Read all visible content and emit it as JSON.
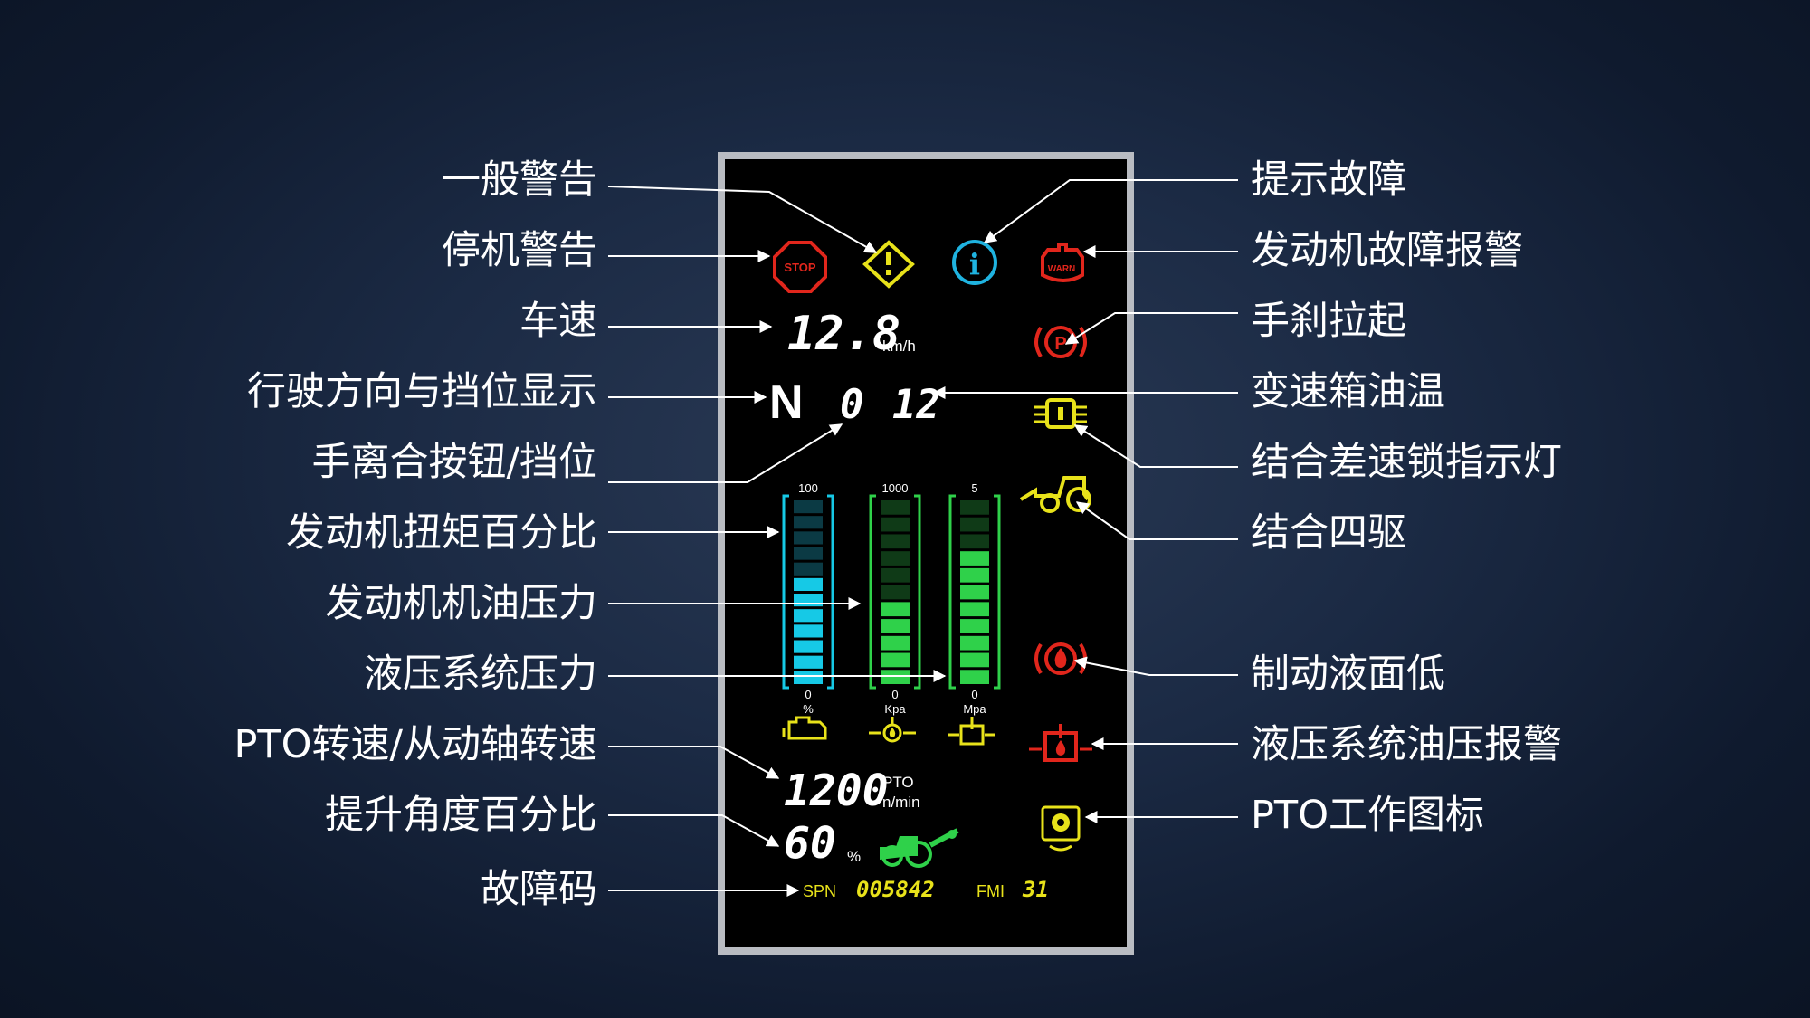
{
  "left_labels": [
    "一般警告",
    "停机警告",
    "车速",
    "行驶方向与挡位显示",
    "手离合按钮/挡位",
    "发动机扭矩百分比",
    "发动机机油压力",
    "液压系统压力",
    "PTO转速/从动轴转速",
    "提升角度百分比",
    "故障码"
  ],
  "right_labels": [
    "提示故障",
    "发动机故障报警",
    "手刹拉起",
    "变速箱油温",
    "结合差速锁指示灯",
    "结合四驱",
    "制动液面低",
    "液压系统油压报警",
    "PTO工作图标"
  ],
  "display": {
    "speed_value": "12.8",
    "speed_unit": "km/h",
    "direction": "N",
    "clutch_gear": "0",
    "gear": "12",
    "stop_text": "STOP",
    "warn_text": "WARN",
    "bars": [
      {
        "top_label": "100",
        "bottom_label": "0",
        "unit": "%",
        "segments": 12,
        "lit": 7,
        "level": 0.58,
        "color": "#16c9e6",
        "dim_color": "#0b3a44"
      },
      {
        "top_label": "1000",
        "bottom_label": "0",
        "unit": "Kpa",
        "segments": 11,
        "lit": 5,
        "level": 0.45,
        "color": "#2fd14a",
        "dim_color": "#0f3a17"
      },
      {
        "top_label": "5",
        "bottom_label": "0",
        "unit": "Mpa",
        "segments": 11,
        "lit": 8,
        "level": 0.73,
        "color": "#2fd14a",
        "dim_color": "#0f3a17"
      }
    ],
    "pto_value": "1200",
    "pto_label": "PTO",
    "pto_unit": "n/min",
    "lift_value": "60",
    "lift_unit": "%",
    "spn_label": "SPN",
    "spn_value": "005842",
    "fmi_label": "FMI",
    "fmi_value": "31"
  },
  "colors": {
    "red": "#e1261c",
    "yellow": "#e8e21a",
    "cyan": "#1fb3e0",
    "green": "#2fd14a",
    "white": "#ffffff"
  },
  "icons": [
    "stop-warning-icon",
    "general-warning-icon",
    "info-fault-icon",
    "engine-warn-icon",
    "parking-brake-icon",
    "transmission-temp-icon",
    "diff-lock-icon",
    "four-wheel-drive-icon",
    "brake-fluid-icon",
    "engine-check-icon",
    "oil-pressure-icon",
    "hydraulic-icon",
    "hydraulic-pressure-alarm-icon",
    "pto-working-icon",
    "tractor-lift-icon"
  ]
}
